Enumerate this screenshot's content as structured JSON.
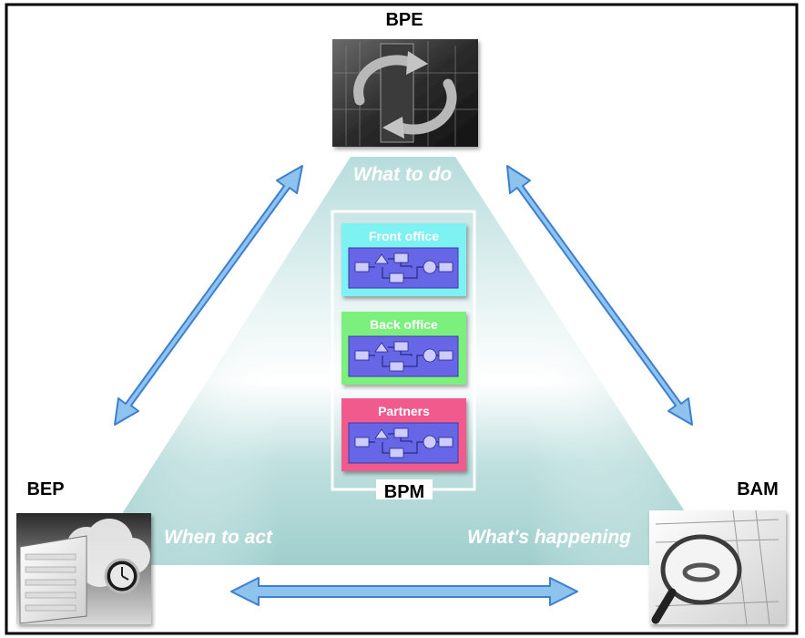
{
  "corners": {
    "top": {
      "label": "BPE",
      "caption": "What to do"
    },
    "left": {
      "label": "BEP",
      "caption": "When to act"
    },
    "right": {
      "label": "BAM",
      "caption": "What's happening"
    }
  },
  "center": {
    "label": "BPM",
    "lanes": [
      {
        "title": "Front office",
        "color": "#7ef2f2"
      },
      {
        "title": "Back office",
        "color": "#7cf07c"
      },
      {
        "title": "Partners",
        "color": "#f05a8c"
      }
    ]
  },
  "colors": {
    "frame": "#000000",
    "triangle": "#9fd0cf",
    "arrow_fill": "#8ec3ee",
    "arrow_stroke": "#3d7fd0",
    "lane_inner": "#6666e6"
  },
  "icons": {
    "bpe": "gear-cycle-image",
    "bep": "clock-cloud-image",
    "bam": "magnifier-document-image"
  }
}
